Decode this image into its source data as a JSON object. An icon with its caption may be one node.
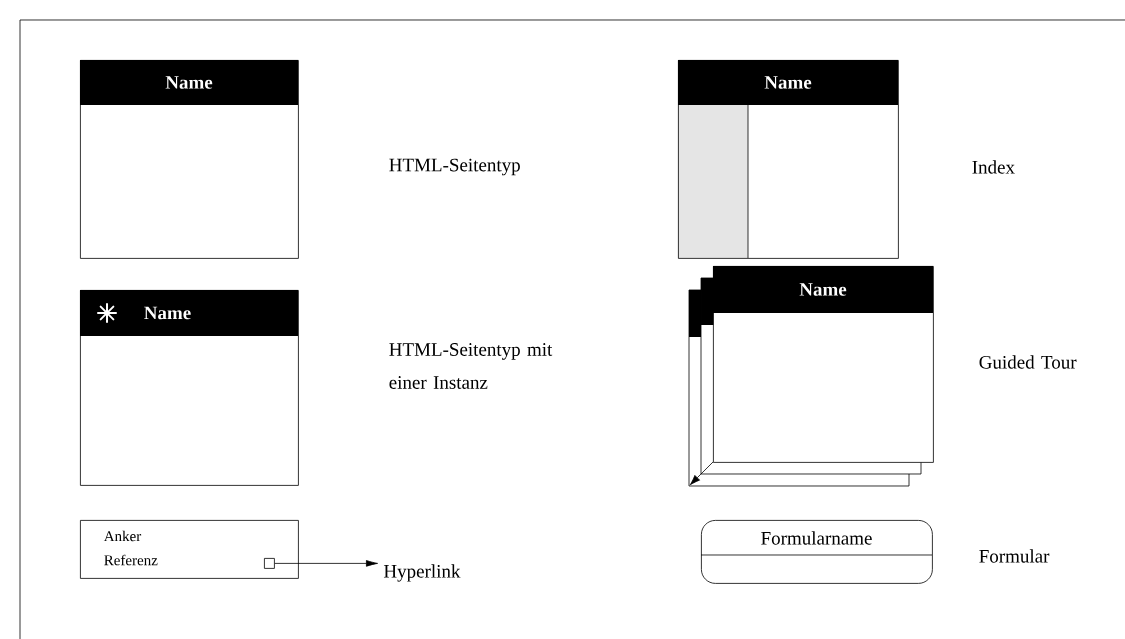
{
  "diagram": {
    "nodes": [
      {
        "text": [
          "Name"
        ]
      },
      {
        "text": [
          "Name"
        ],
        "beside": [
          "Index"
        ]
      },
      {
        "text": [
          "Name"
        ]
      },
      {
        "text": [
          "Name"
        ],
        "beside": [
          "Guided Tour"
        ]
      },
      {
        "text": [
          "Anker",
          "Referenz"
        ]
      },
      {
        "text": [],
        "shape": "box",
        "in": 4
      },
      {
        "text": [
          "Hyperlink"
        ]
      },
      {
        "text": [
          "Formularname"
        ],
        "beside": [
          "Formular"
        ]
      }
    ],
    "edges": [
      {
        "from": 5,
        "to": 6,
        "arrow": "to"
      }
    ],
    "labels": [
      "HTML-Seitentyp",
      "HTML-Seitentyp mit einer Instanz"
    ]
  }
}
